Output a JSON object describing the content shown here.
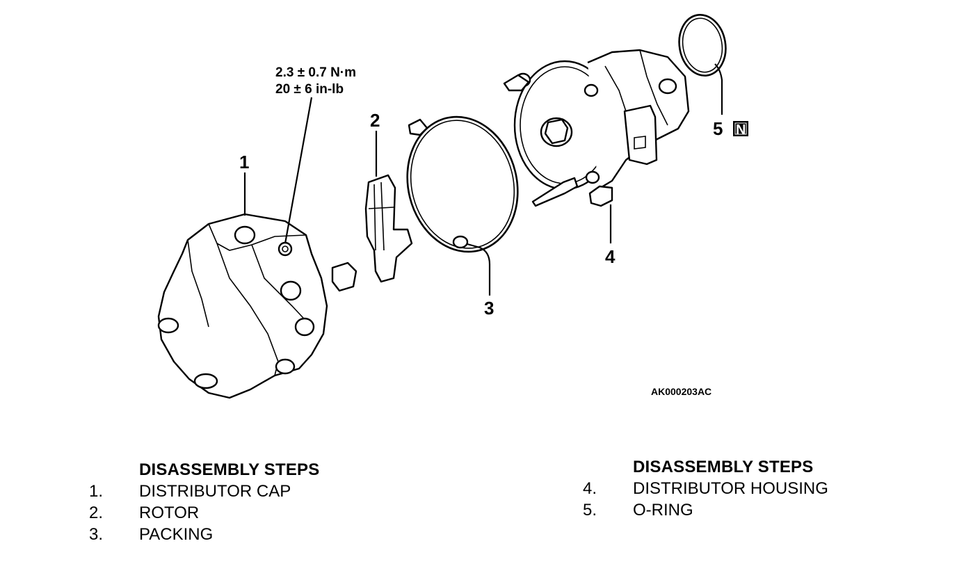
{
  "diagram": {
    "torque_spec": {
      "line1": "2.3 ± 0.7  N·m",
      "line2": "20 ± 6 in-lb"
    },
    "callouts": [
      "1",
      "2",
      "3",
      "4",
      "5"
    ],
    "new_part_marker": "N",
    "figure_id": "AK000203AC"
  },
  "steps_left": {
    "header": "DISASSEMBLY STEPS",
    "items": [
      {
        "num": "1.",
        "label": "DISTRIBUTOR CAP"
      },
      {
        "num": "2.",
        "label": "ROTOR"
      },
      {
        "num": "3.",
        "label": "PACKING"
      }
    ]
  },
  "steps_right": {
    "header": "DISASSEMBLY STEPS",
    "items": [
      {
        "num": "4.",
        "label": "DISTRIBUTOR HOUSING"
      },
      {
        "num": "5.",
        "label": "O-RING"
      }
    ]
  }
}
